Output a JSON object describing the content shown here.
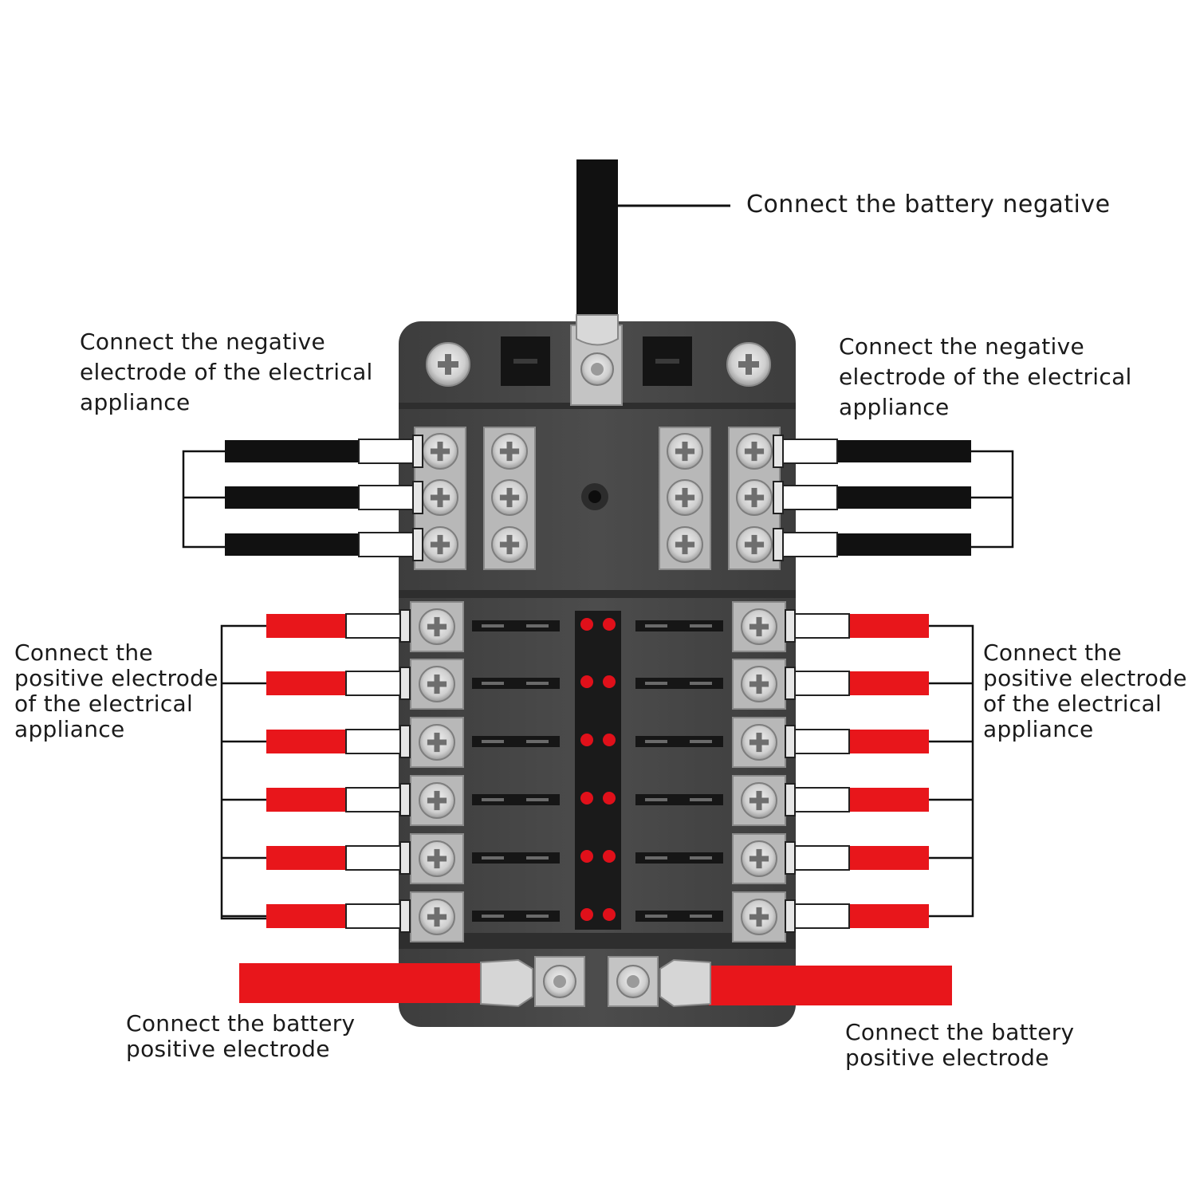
{
  "labels": {
    "battery_negative": "Connect the battery negative",
    "negative_left": "Connect the negative\nelectrode of the electrical\nappliance",
    "negative_right": "Connect the negative\nelectrode of the electrical\nappliance",
    "positive_left": "Connect the\npositive electrode\nof the electrical\nappliance",
    "positive_right": "Connect the\npositive electrode\nof the electrical\nappliance",
    "battery_positive_left": "Connect the battery\npositive electrode",
    "battery_positive_right": "Connect the battery\npositive electrode"
  },
  "colors": {
    "housing": "#4a4a4a",
    "housing_dark": "#333333",
    "terminal": "#b8b8b8",
    "negative_wire": "#111111",
    "positive_wire": "#e8161b",
    "led": "#e0101a",
    "lead_line": "#111111"
  },
  "fuse_block": {
    "negative_terminals_per_side": 3,
    "fuse_rows": 6,
    "leds_per_row": 2
  }
}
